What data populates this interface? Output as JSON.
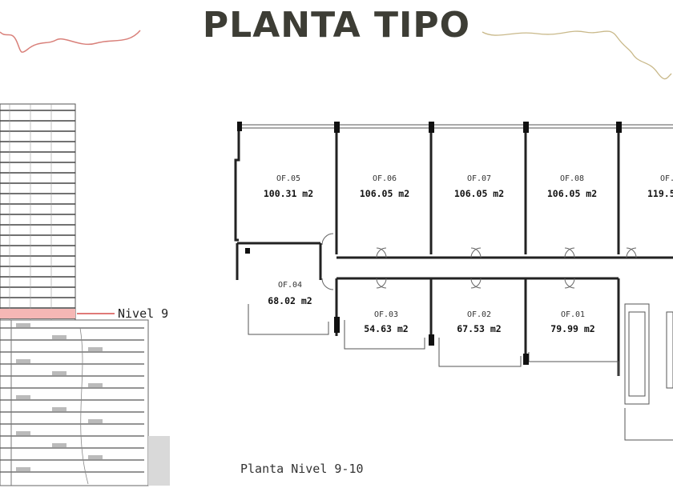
{
  "title": "PLANTA TIPO",
  "section": {
    "level_label": "Nivel 9",
    "highlight_color": "#f5b7b5",
    "line_color": "#e07a78"
  },
  "plan": {
    "caption": "Planta Nivel 9-10",
    "offices": [
      {
        "id": "OF.05",
        "area": "100.31 m2"
      },
      {
        "id": "OF.06",
        "area": "106.05 m2"
      },
      {
        "id": "OF.07",
        "area": "106.05 m2"
      },
      {
        "id": "OF.08",
        "area": "106.05 m2"
      },
      {
        "id": "OF.",
        "area": "119.5"
      },
      {
        "id": "OF.04",
        "area": "68.02 m2"
      },
      {
        "id": "OF.03",
        "area": "54.63 m2"
      },
      {
        "id": "OF.02",
        "area": "67.53 m2"
      },
      {
        "id": "OF.01",
        "area": "79.99 m2"
      }
    ]
  },
  "colors": {
    "title": "#3d3d35",
    "deco_left": "#d9807a",
    "deco_right": "#c9b98a"
  }
}
